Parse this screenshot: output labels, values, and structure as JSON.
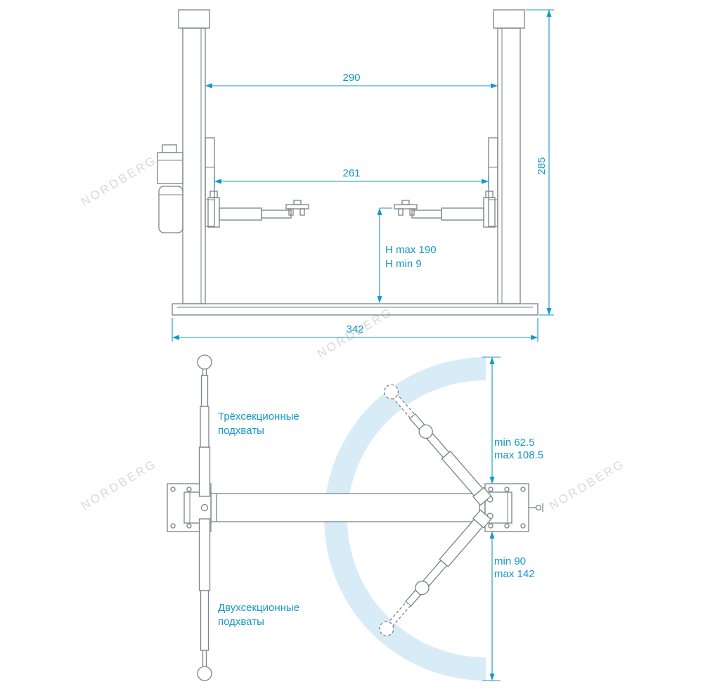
{
  "watermark": "NORDBERG",
  "colors": {
    "dimension": "#1498c8",
    "drawing": "#7c8187",
    "arc_fill": "#d8ecf7",
    "watermark": "#d9d9d9",
    "background": "#ffffff"
  },
  "front_view": {
    "inner_width": "290",
    "arm_span": "261",
    "total_height": "285",
    "base_width": "342",
    "pad_height_max": "H max 190",
    "pad_height_min": "H min 9"
  },
  "plan_view": {
    "three_section": {
      "line1": "Трёхсекционные",
      "line2": "подхваты"
    },
    "two_section": {
      "line1": "Двухсекционные",
      "line2": "подхваты"
    },
    "short_arm_range": {
      "min": "min 62.5",
      "max": "max 108.5"
    },
    "long_arm_range": {
      "min": "min 90",
      "max": "max 142"
    }
  }
}
